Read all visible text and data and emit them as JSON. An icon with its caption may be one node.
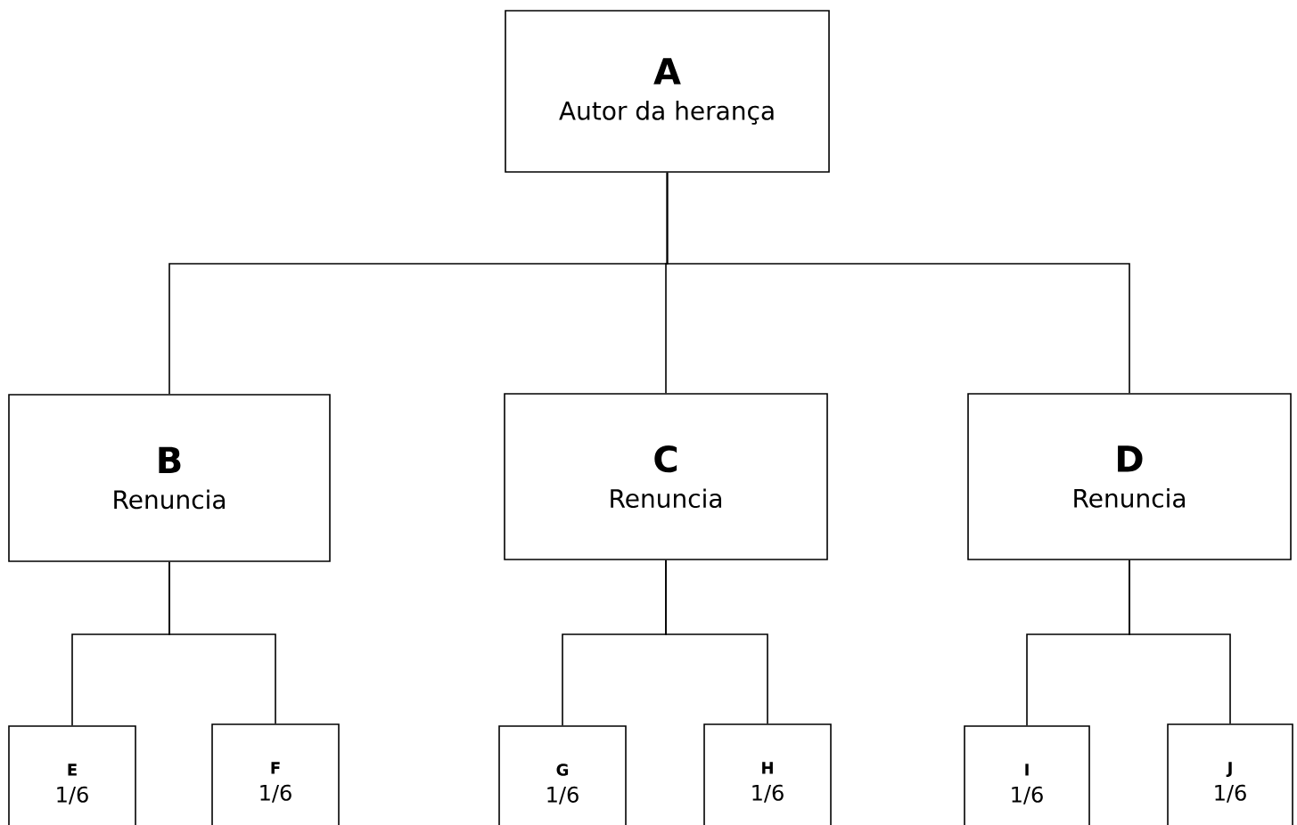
{
  "diagram": {
    "nodes": [
      {
        "text": [
          "A",
          "Autor da herança"
        ]
      },
      {
        "text": [
          "B",
          "Renuncia"
        ]
      },
      {
        "text": [
          "C",
          "Renuncia"
        ]
      },
      {
        "text": [
          "D",
          "Renuncia"
        ]
      },
      {
        "text": [
          "E",
          "1/6"
        ]
      },
      {
        "text": [
          "F",
          "1/6"
        ]
      },
      {
        "text": [
          "G",
          "1/6"
        ]
      },
      {
        "text": [
          "H",
          "1/6"
        ]
      },
      {
        "text": [
          "I",
          "1/6"
        ]
      },
      {
        "text": [
          "J",
          "1/6"
        ]
      }
    ],
    "edges": [
      {
        "from": 0,
        "to": 1,
        "arrow": "none"
      },
      {
        "from": 0,
        "to": 2,
        "arrow": "none"
      },
      {
        "from": 0,
        "to": 3,
        "arrow": "none"
      },
      {
        "from": 1,
        "to": 4,
        "arrow": "none"
      },
      {
        "from": 1,
        "to": 5,
        "arrow": "none"
      },
      {
        "from": 2,
        "to": 6,
        "arrow": "none"
      },
      {
        "from": 2,
        "to": 7,
        "arrow": "none"
      },
      {
        "from": 3,
        "to": 8,
        "arrow": "none"
      },
      {
        "from": 3,
        "to": 9,
        "arrow": "none"
      }
    ]
  }
}
